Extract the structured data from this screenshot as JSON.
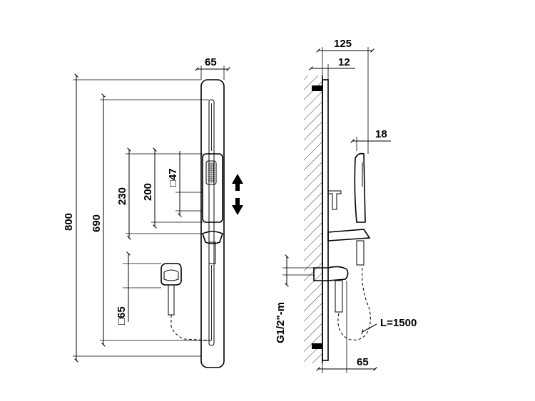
{
  "dimensions": {
    "front_width": "65",
    "total_height": "800",
    "rail_height": "690",
    "slide_travel": "230",
    "handset_length": "200",
    "handset_width": "□47",
    "outlet_size": "□65",
    "side_depth": "125",
    "plate_thickness": "12",
    "head_thickness": "18",
    "outlet_projection": "65",
    "connection_thread": "G1/2\"-m",
    "hose_length": "L=1500"
  }
}
